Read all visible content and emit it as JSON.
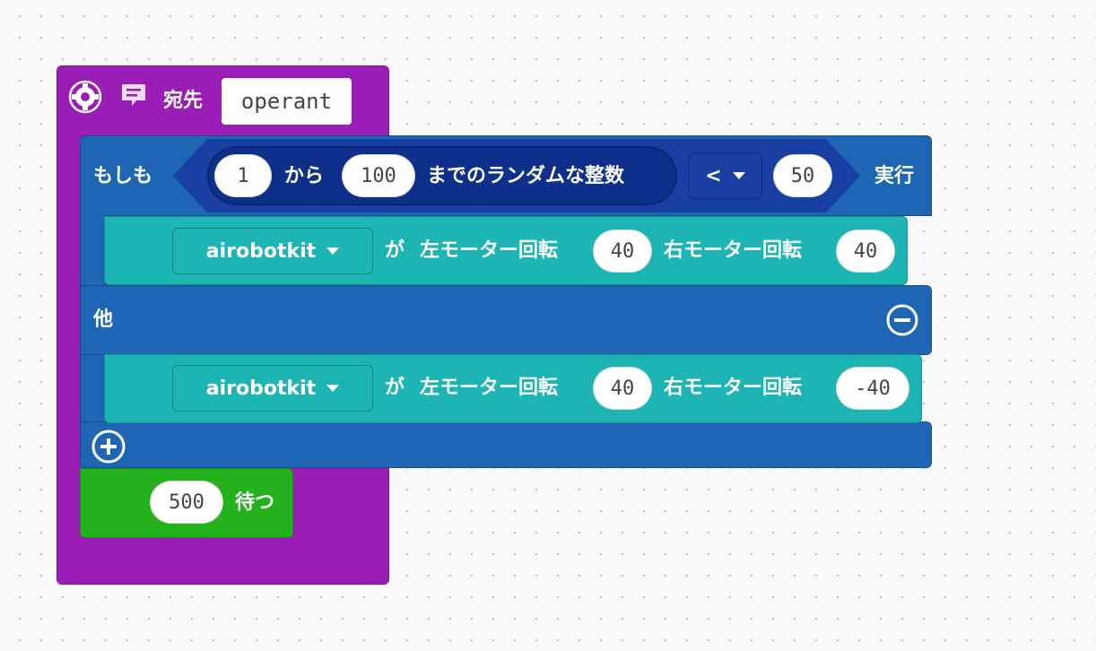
{
  "workspace": {
    "send_block": {
      "label": "宛先",
      "target_value": "operant",
      "icons": [
        "gear-icon",
        "comment-icon"
      ]
    },
    "if_block": {
      "if_label": "もしも",
      "then_label": "実行",
      "else_label": "他",
      "condition": {
        "random_from": "1",
        "from_label": "から",
        "random_to": "100",
        "random_label": "までのランダムな整数",
        "operator": "<",
        "compare_value": "50"
      }
    },
    "motor_block_1": {
      "device": "airobotkit",
      "ga_label": "が",
      "left_label": "左モーター回転",
      "left_value": "40",
      "right_label": "右モーター回転",
      "right_value": "40"
    },
    "motor_block_2": {
      "device": "airobotkit",
      "ga_label": "が",
      "left_label": "左モーター回転",
      "left_value": "40",
      "right_label": "右モーター回転",
      "right_value": "-40"
    },
    "wait_block": {
      "value": "500",
      "label": "待つ"
    }
  },
  "colors": {
    "purple": "#9a1db6",
    "blue": "#1e66b4",
    "teal": "#1db4b4",
    "green": "#23b11d",
    "condition": "#0e2f8a"
  }
}
